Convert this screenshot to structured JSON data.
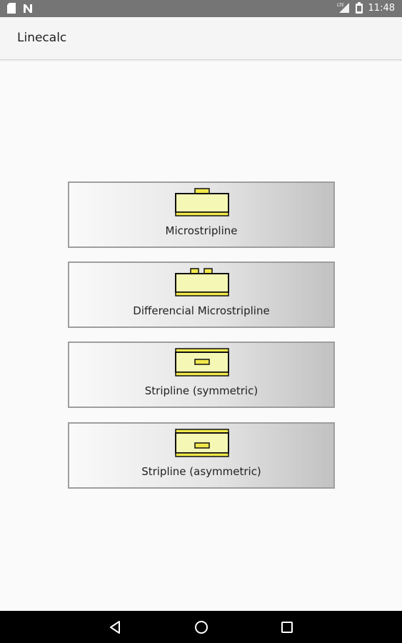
{
  "status_bar": {
    "time": "11:48",
    "icons": [
      "sd-card-icon",
      "n-notification-icon",
      "signal-lte-icon",
      "battery-icon"
    ]
  },
  "app_bar": {
    "title": "Linecalc"
  },
  "buttons": [
    {
      "label": "Microstripline",
      "diagram": "microstrip"
    },
    {
      "label": "Differencial Microstripline",
      "diagram": "differential-microstrip"
    },
    {
      "label": "Stripline (symmetric)",
      "diagram": "stripline-symmetric"
    },
    {
      "label": "Stripline (asymmetric)",
      "diagram": "stripline-asymmetric"
    }
  ],
  "colors": {
    "status_bar": "#757575",
    "app_bar": "#f5f5f5",
    "background": "#fafafa",
    "substrate": "#f4f8b4",
    "conductor": "#f0e84a",
    "button_border": "#9e9e9e",
    "nav_bar": "#000000"
  },
  "nav_bar": {
    "icons": [
      "back-icon",
      "home-icon",
      "recents-icon"
    ]
  }
}
